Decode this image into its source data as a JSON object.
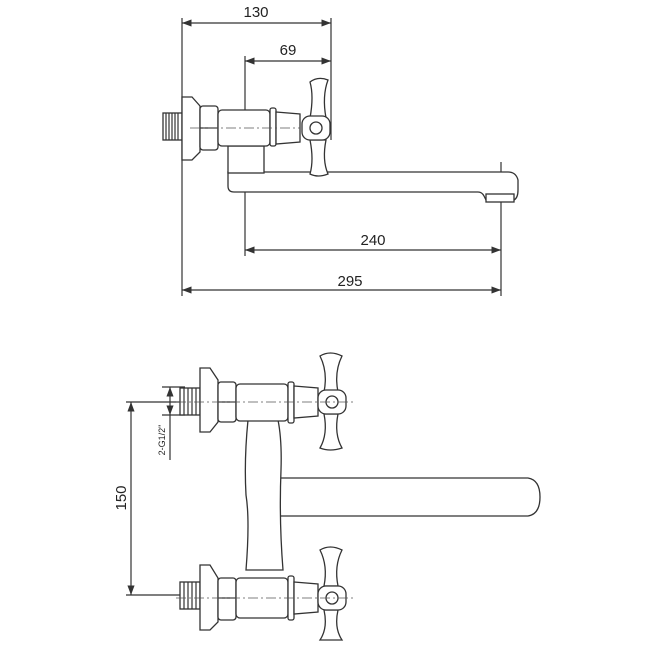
{
  "side_view": {
    "dim_overall_depth": "130",
    "dim_handle_offset": "69",
    "dim_spout_reach": "240",
    "dim_overall_length": "295"
  },
  "front_view": {
    "dim_center_distance": "150",
    "thread_spec": "2-G1/2\""
  }
}
